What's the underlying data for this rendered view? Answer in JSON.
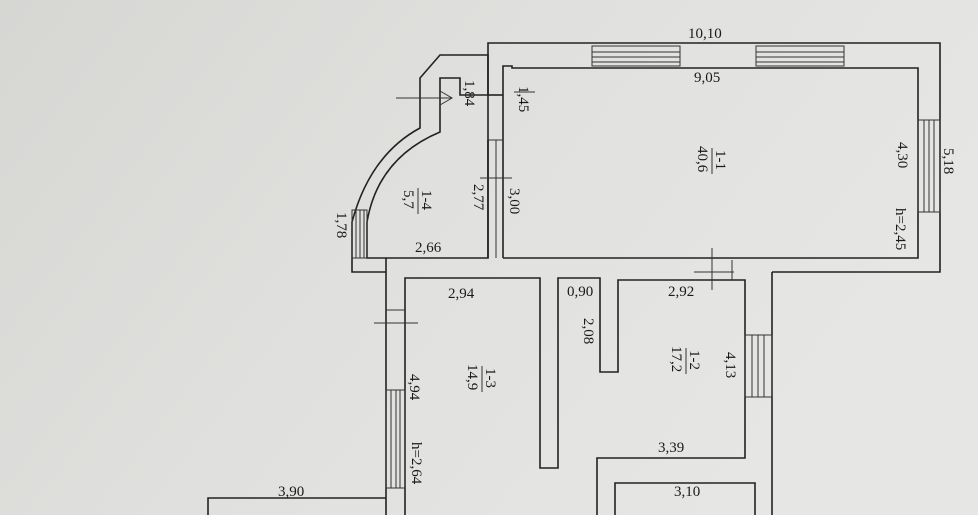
{
  "plan": {
    "outer_widths": {
      "top": "10,10",
      "right": "5,18",
      "bottom_left": "3,90"
    },
    "rooms": [
      {
        "id": "1-1",
        "area": "40,6",
        "height": "h=2,45",
        "width": "9,05",
        "depth": "4,30"
      },
      {
        "id": "1-4",
        "area": "5,7",
        "dims": [
          "1,84",
          "1,45",
          "2,77",
          "3,00",
          "2,66",
          "1,78"
        ]
      },
      {
        "id": "1-3",
        "area": "14,9",
        "height": "h=2,64",
        "width": "2,94",
        "depth": "4,94"
      },
      {
        "id": "1-2",
        "area": "17,2",
        "dims": [
          "0,90",
          "2,92",
          "2,08",
          "4,13",
          "3,39"
        ]
      },
      {
        "id": "next",
        "width": "3,10"
      }
    ]
  }
}
